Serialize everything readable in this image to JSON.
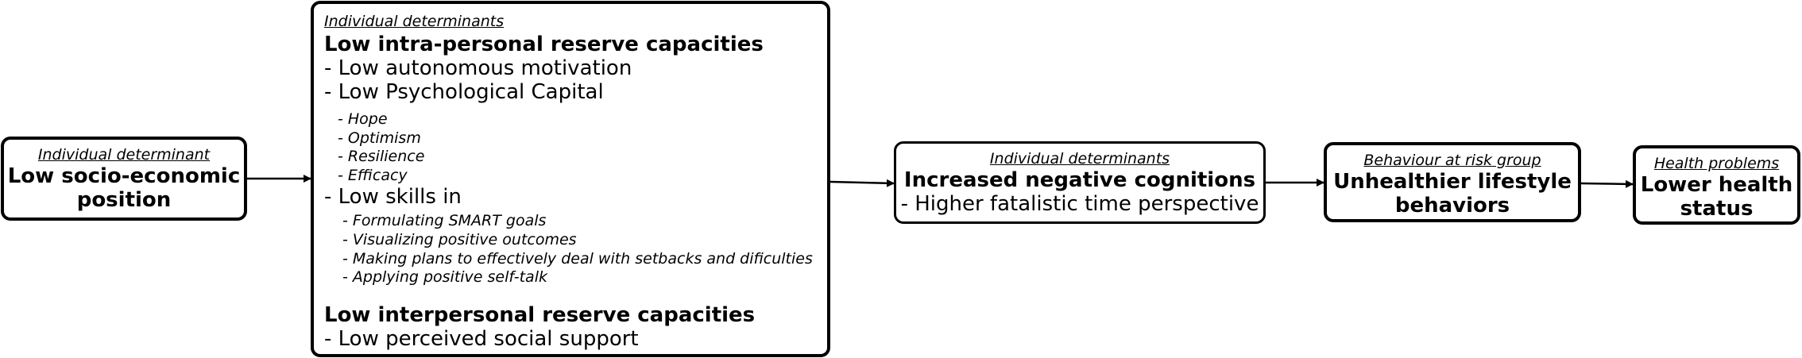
{
  "boxes": {
    "socio": {
      "category": "Individual determinant",
      "title_lines": [
        "Low socio-economic",
        "position"
      ]
    },
    "reserve": {
      "category": "Individual determinants",
      "intra_title": "Low intra-personal reserve capacities",
      "intra_items": [
        "- Low autonomous motivation",
        "- Low Psychological Capital"
      ],
      "psycap_items": [
        "- Hope",
        "- Optimism",
        "- Resilience",
        "- Efficacy"
      ],
      "skills_heading": "- Low skills in",
      "skills_items": [
        "- Formulating SMART goals",
        "- Visualizing positive outcomes",
        "- Making plans to effectively deal with setbacks and dificulties",
        "- Applying positive self-talk"
      ],
      "inter_title": "Low interpersonal reserve capacities",
      "inter_items": [
        "- Low perceived social support"
      ]
    },
    "cognitions": {
      "category": "Individual determinants",
      "title": "Increased negative cognitions",
      "item": "- Higher fatalistic time perspective"
    },
    "behaviour": {
      "category": "Behaviour at risk group",
      "title_lines": [
        "Unhealthier lifestyle",
        "behaviors"
      ]
    },
    "health": {
      "category": "Health problems",
      "title_lines": [
        "Lower health",
        "status"
      ]
    }
  },
  "arrows": [
    {
      "from": "socio",
      "to": "reserve"
    },
    {
      "from": "reserve",
      "to": "cognitions"
    },
    {
      "from": "cognitions",
      "to": "behaviour"
    },
    {
      "from": "behaviour",
      "to": "health"
    }
  ],
  "colors": {
    "stroke": "#000000",
    "background": "#ffffff",
    "text": "#000000"
  }
}
